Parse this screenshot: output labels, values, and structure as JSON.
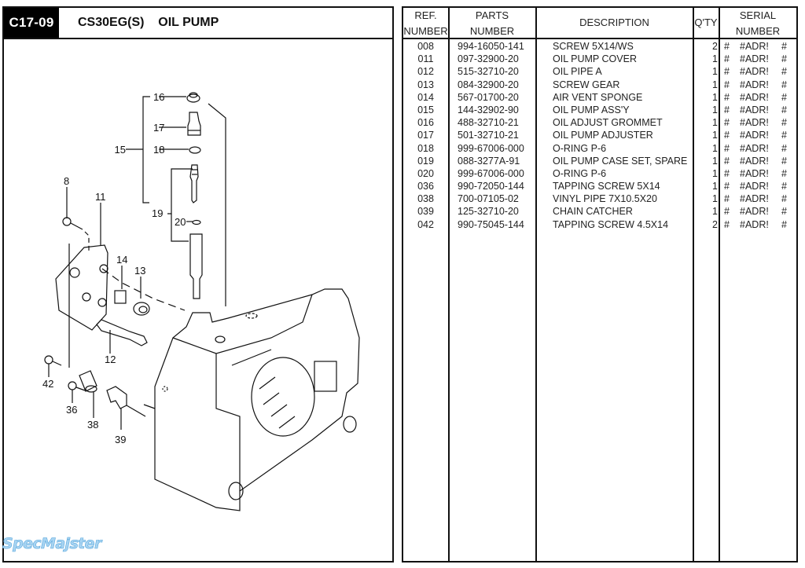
{
  "header": {
    "code": "C17-09",
    "model": "CS30EG(S)",
    "title": "OIL PUMP"
  },
  "diagram": {
    "callouts": [
      "16",
      "17",
      "15",
      "18",
      "19",
      "20",
      "8",
      "11",
      "14",
      "13",
      "12",
      "42",
      "36",
      "38",
      "39"
    ]
  },
  "table": {
    "headers": {
      "ref_line1": "REF.",
      "ref_line2": "NUMBER",
      "parts_line1": "PARTS",
      "parts_line2": "NUMBER",
      "description": "DESCRIPTION",
      "qty": "Q'TY",
      "serial_line1": "SERIAL",
      "serial_line2": "NUMBER"
    },
    "rows": [
      {
        "ref": "008",
        "part": "994-16050-141",
        "desc": "SCREW 5X14/WS",
        "qty": "2",
        "s1": "#",
        "s2": "#ADR!",
        "s3": "#"
      },
      {
        "ref": "011",
        "part": "097-32900-20",
        "desc": "OIL PUMP COVER",
        "qty": "1",
        "s1": "#",
        "s2": "#ADR!",
        "s3": "#"
      },
      {
        "ref": "012",
        "part": "515-32710-20",
        "desc": "OIL PIPE A",
        "qty": "1",
        "s1": "#",
        "s2": "#ADR!",
        "s3": "#"
      },
      {
        "ref": "013",
        "part": "084-32900-20",
        "desc": "SCREW GEAR",
        "qty": "1",
        "s1": "#",
        "s2": "#ADR!",
        "s3": "#"
      },
      {
        "ref": "014",
        "part": "567-01700-20",
        "desc": "AIR VENT SPONGE",
        "qty": "1",
        "s1": "#",
        "s2": "#ADR!",
        "s3": "#"
      },
      {
        "ref": "015",
        "part": "144-32902-90",
        "desc": "OIL PUMP ASS'Y",
        "qty": "1",
        "s1": "#",
        "s2": "#ADR!",
        "s3": "#"
      },
      {
        "ref": "016",
        "part": "488-32710-21",
        "desc": "OIL ADJUST GROMMET",
        "qty": "1",
        "s1": "#",
        "s2": "#ADR!",
        "s3": "#"
      },
      {
        "ref": "017",
        "part": "501-32710-21",
        "desc": "OIL PUMP ADJUSTER",
        "qty": "1",
        "s1": "#",
        "s2": "#ADR!",
        "s3": "#"
      },
      {
        "ref": "018",
        "part": "999-67006-000",
        "desc": "O-RING P-6",
        "qty": "1",
        "s1": "#",
        "s2": "#ADR!",
        "s3": "#"
      },
      {
        "ref": "019",
        "part": "088-3277A-91",
        "desc": "OIL PUMP CASE SET, SPARE",
        "qty": "1",
        "s1": "#",
        "s2": "#ADR!",
        "s3": "#"
      },
      {
        "ref": "020",
        "part": "999-67006-000",
        "desc": "O-RING P-6",
        "qty": "1",
        "s1": "#",
        "s2": "#ADR!",
        "s3": "#"
      },
      {
        "ref": "036",
        "part": "990-72050-144",
        "desc": "TAPPING SCREW 5X14",
        "qty": "1",
        "s1": "#",
        "s2": "#ADR!",
        "s3": "#"
      },
      {
        "ref": "038",
        "part": "700-07105-02",
        "desc": "VINYL PIPE  7X10.5X20",
        "qty": "1",
        "s1": "#",
        "s2": "#ADR!",
        "s3": "#"
      },
      {
        "ref": "039",
        "part": "125-32710-20",
        "desc": "CHAIN CATCHER",
        "qty": "1",
        "s1": "#",
        "s2": "#ADR!",
        "s3": "#"
      },
      {
        "ref": "042",
        "part": "990-75045-144",
        "desc": "TAPPING SCREW 4.5X14",
        "qty": "2",
        "s1": "#",
        "s2": "#ADR!",
        "s3": "#"
      }
    ]
  },
  "watermark": "SpecMajster"
}
